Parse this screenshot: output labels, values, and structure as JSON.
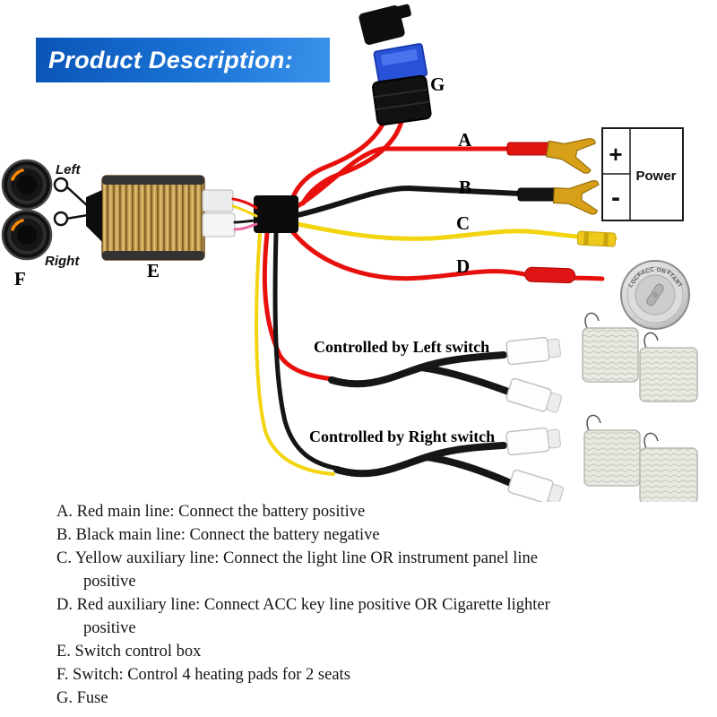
{
  "banner": {
    "title": "Product Description:"
  },
  "colors": {
    "banner_blue": "#1a73d6",
    "wire_red": "#e8100c",
    "wire_black": "#151515",
    "wire_yellow": "#f3d410",
    "terminal_gold": "#d8a018",
    "fuse_blue": "#2a52d8"
  },
  "diagram": {
    "labels": {
      "a": "A",
      "b": "B",
      "c": "C",
      "d": "D",
      "e": "E",
      "f": "F",
      "g": "G"
    },
    "switches": {
      "left": "Left",
      "right": "Right"
    },
    "power": {
      "plus": "+",
      "minus": "-",
      "title": "Power"
    },
    "ignition": {
      "lock": "LOCK",
      "acc": "ACC",
      "on": "ON",
      "start": "START"
    },
    "captions": {
      "left": "Controlled by Left switch",
      "right": "Controlled by Right switch"
    }
  },
  "descriptions": [
    "A. Red main line: Connect the battery positive",
    "B. Black main line: Connect the battery negative",
    "C. Yellow auxiliary line: Connect the light line OR instrument panel line positive",
    "D. Red auxiliary line: Connect ACC key line positive OR Cigarette lighter positive",
    "E. Switch control box",
    "F. Switch: Control 4 heating pads for 2 seats",
    "G. Fuse"
  ]
}
